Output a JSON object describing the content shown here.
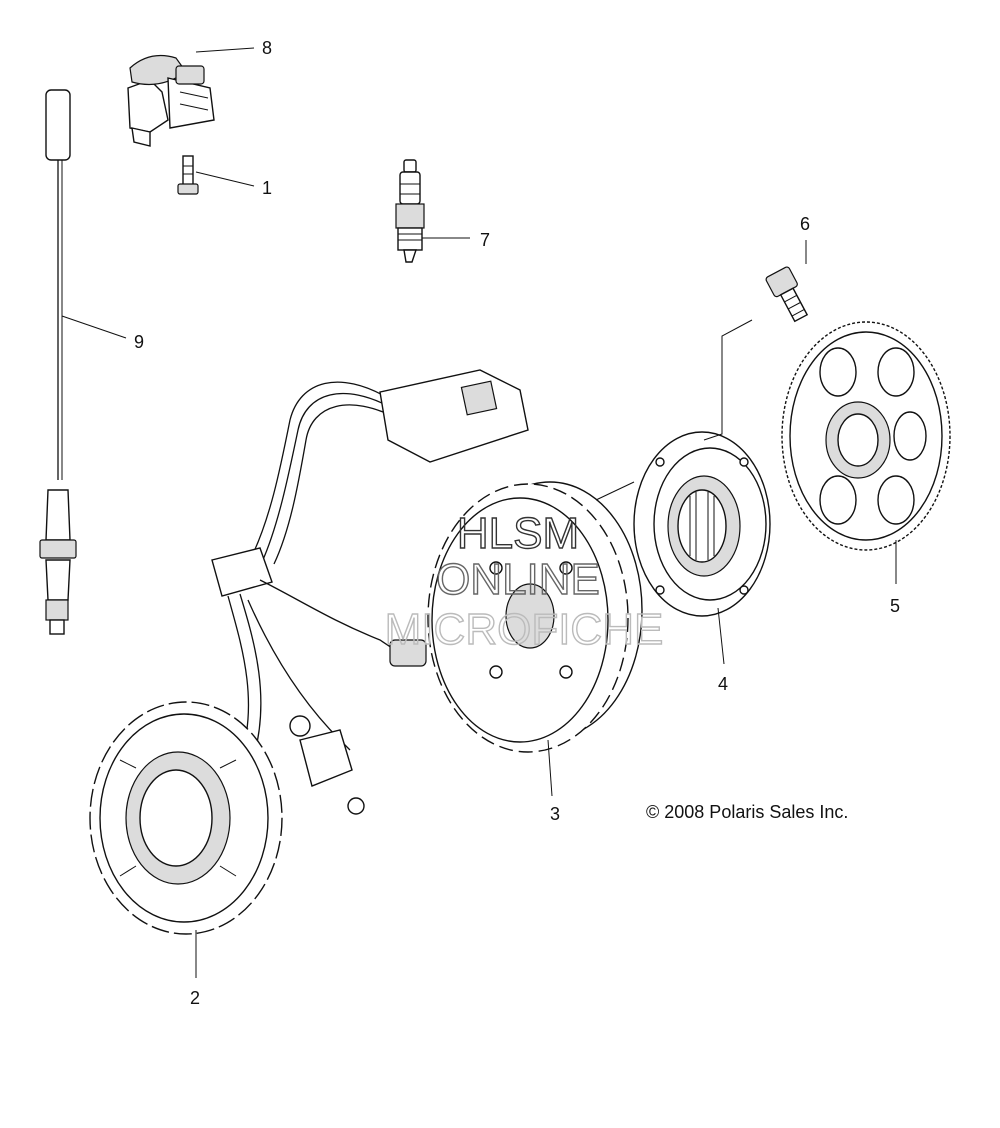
{
  "callouts": [
    "1",
    "2",
    "3",
    "4",
    "5",
    "6",
    "7",
    "8",
    "9"
  ],
  "copyright": "© 2008 Polaris Sales Inc.",
  "watermark": [
    "HLSM",
    "ONLINE",
    "MICROFICHE"
  ],
  "colors": {
    "line": "#111111",
    "paper": "#ffffff",
    "watermark_dark": "#333333",
    "watermark_light": "#bbbbbb"
  }
}
